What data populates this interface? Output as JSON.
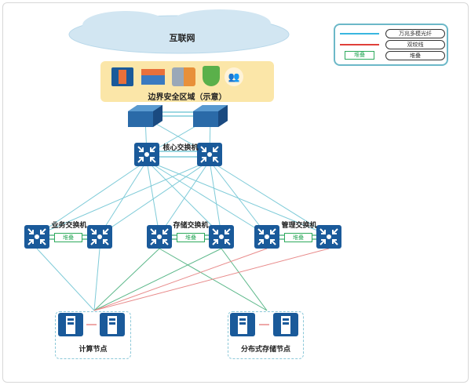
{
  "internet": {
    "label": "互联网"
  },
  "legend": {
    "items": [
      {
        "label": "万兆多模光纤",
        "color": "#38b6e0"
      },
      {
        "label": "双绞线",
        "color": "#e0403a"
      },
      {
        "label": "堆叠",
        "swatch": "堆叠",
        "color": "#2eaa5c"
      }
    ]
  },
  "security_zone": {
    "label": "边界安全区域（示意）",
    "icons": [
      "firewall-icon",
      "fire-wall-icon",
      "database-icon",
      "ssl-vpn-shield-icon",
      "users-icon"
    ]
  },
  "core": {
    "label": "核心交换机"
  },
  "access": [
    {
      "label": "业务交换机",
      "stack": "堆叠"
    },
    {
      "label": "存储交换机",
      "stack": "堆叠"
    },
    {
      "label": "管理交换机",
      "stack": "堆叠"
    }
  ],
  "nodes": [
    {
      "label": "计算节点"
    },
    {
      "label": "分布式存储节点"
    }
  ],
  "colors": {
    "fiber": "#7fcbd8",
    "twisted_pair": "#e88a8a",
    "storage_link": "#5cb88a",
    "device": "#1a5a9a"
  }
}
